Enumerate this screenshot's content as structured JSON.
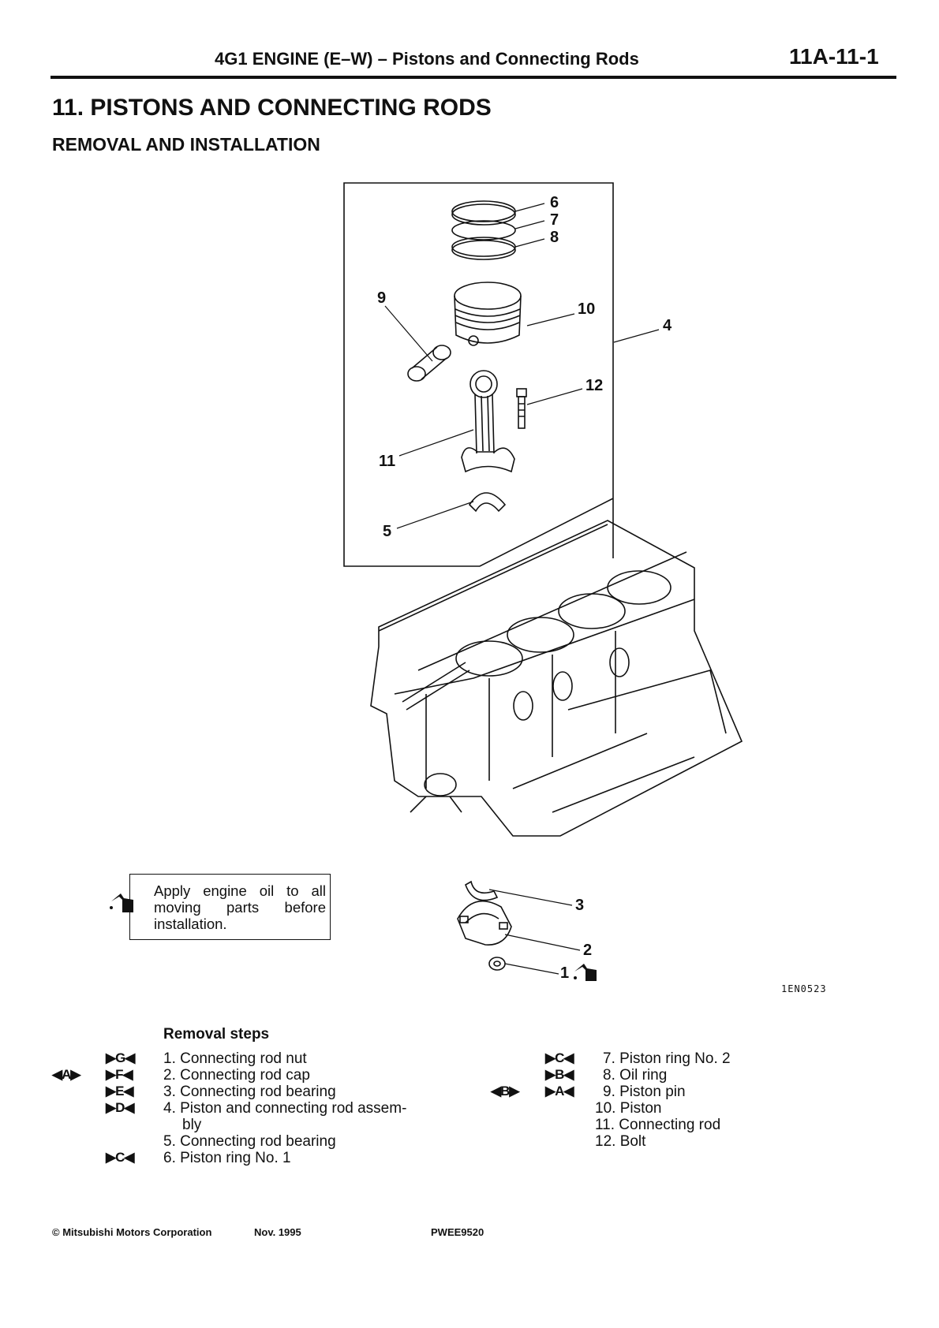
{
  "header": {
    "title": "4G1 ENGINE (E–W) – Pistons and Connecting Rods",
    "page_number": "11A-11-1"
  },
  "section": {
    "title": "11. PISTONS AND CONNECTING RODS",
    "subtitle": "REMOVAL AND INSTALLATION"
  },
  "figure": {
    "callouts": [
      "1",
      "2",
      "3",
      "4",
      "5",
      "6",
      "7",
      "8",
      "9",
      "10",
      "11",
      "12"
    ],
    "code": "1EN0523"
  },
  "note": {
    "text": "Apply engine oil to all moving parts before installation.",
    "icon": "oil-can-icon"
  },
  "removal": {
    "title": "Removal steps",
    "left_steps": [
      {
        "text": "1. Connecting rod nut",
        "install_mark": "▶G◀",
        "removal_mark": ""
      },
      {
        "text": "2. Connecting rod cap",
        "install_mark": "▶F◀",
        "removal_mark": "◀A▶"
      },
      {
        "text": "3. Connecting rod bearing",
        "install_mark": "▶E◀",
        "removal_mark": ""
      },
      {
        "text": "4. Piston and connecting rod assem-",
        "install_mark": "▶D◀",
        "removal_mark": ""
      },
      {
        "text": "bly",
        "install_mark": "",
        "removal_mark": ""
      },
      {
        "text": "5. Connecting rod bearing",
        "install_mark": "",
        "removal_mark": ""
      },
      {
        "text": "6. Piston ring No. 1",
        "install_mark": "▶C◀",
        "removal_mark": ""
      }
    ],
    "right_steps": [
      {
        "text": "7. Piston ring No. 2",
        "install_mark": "▶C◀",
        "removal_mark": ""
      },
      {
        "text": "8. Oil ring",
        "install_mark": "▶B◀",
        "removal_mark": ""
      },
      {
        "text": "9. Piston pin",
        "install_mark": "▶A◀",
        "removal_mark": "◀B▶"
      },
      {
        "text": "10. Piston",
        "install_mark": "",
        "removal_mark": ""
      },
      {
        "text": "11. Connecting rod",
        "install_mark": "",
        "removal_mark": ""
      },
      {
        "text": "12. Bolt",
        "install_mark": "",
        "removal_mark": ""
      }
    ]
  },
  "footer": {
    "copyright": "© Mitsubishi Motors Corporation",
    "date": "Nov. 1995",
    "code": "PWEE9520"
  }
}
